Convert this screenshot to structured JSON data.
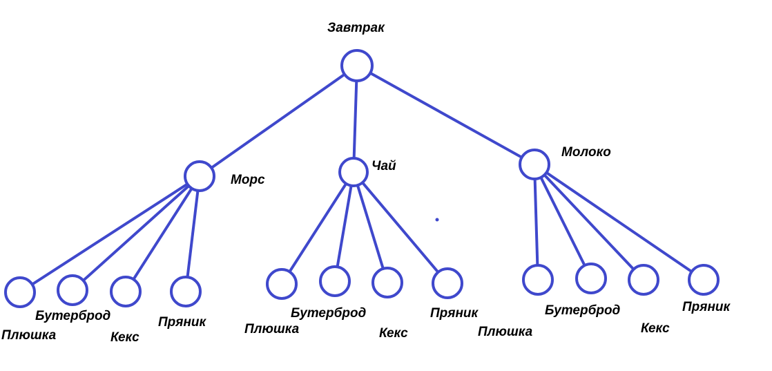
{
  "color": "#3f48cc",
  "root": {
    "label": "Завтрак"
  },
  "branches": [
    {
      "label": "Морс",
      "children": [
        "Плюшка",
        "Бутерброд",
        "Кекс",
        "Пряник"
      ]
    },
    {
      "label": "Чай",
      "children": [
        "Плюшка",
        "Бутерброд",
        "Кекс",
        "Пряник"
      ]
    },
    {
      "label": "Молоко",
      "children": [
        "Плюшка",
        "Бутерброд",
        "Кекс",
        "Пряник"
      ]
    }
  ]
}
